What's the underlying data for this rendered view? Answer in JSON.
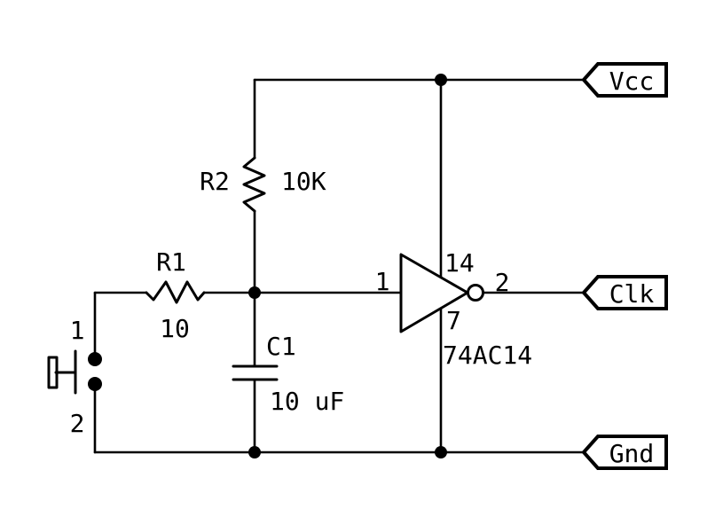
{
  "colors": {
    "background": "#FFFFFF",
    "line": "#000000"
  },
  "pushbutton": {
    "pin1_label": "1",
    "pin2_label": "2"
  },
  "r1": {
    "ref": "R1",
    "value": "10"
  },
  "r2": {
    "ref": "R2",
    "value": "10K"
  },
  "c1": {
    "ref": "C1",
    "value": "10 uF"
  },
  "gate": {
    "input_pin": "1",
    "output_pin": "2",
    "power_pin": "14",
    "ground_pin": "7",
    "part_number": "74AC14"
  },
  "flags": {
    "vcc_label": "Vcc",
    "clk_label": "Clk",
    "gnd_label": "Gnd"
  }
}
